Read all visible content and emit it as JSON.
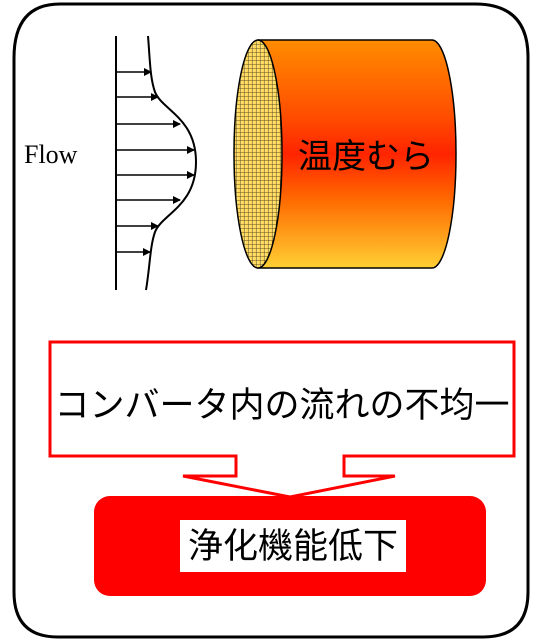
{
  "diagram": {
    "flow_label": "Flow",
    "cylinder_label": "温度むら",
    "callout_text": "コンバータ内の流れの不均一",
    "result_text": "浄化機能低下"
  },
  "colors": {
    "frame_stroke": "#000000",
    "cylinder_orange": "#ff9a00",
    "cylinder_red": "#ff2a00",
    "cylinder_yellow": "#ffdd55",
    "callout_stroke": "#ff0000",
    "result_fill": "#ff0000",
    "result_text_bg": "#ffffff"
  }
}
